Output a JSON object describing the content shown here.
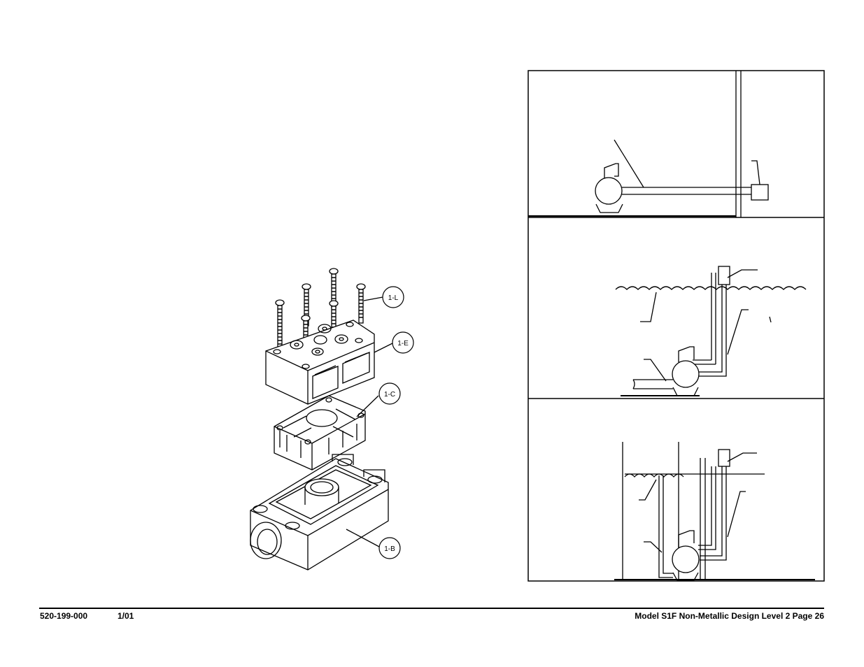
{
  "exploded_view": {
    "callouts": [
      {
        "id": "label-1l",
        "text": "1-L"
      },
      {
        "id": "label-1e",
        "text": "1-E"
      },
      {
        "id": "label-1c",
        "text": "1-C"
      },
      {
        "id": "label-1b",
        "text": "1-B"
      }
    ]
  },
  "footer": {
    "doc_number": "520-199-000",
    "date": "1/01",
    "page_title": "Model S1F Non-Metallic Design Level 2 Page 26"
  }
}
